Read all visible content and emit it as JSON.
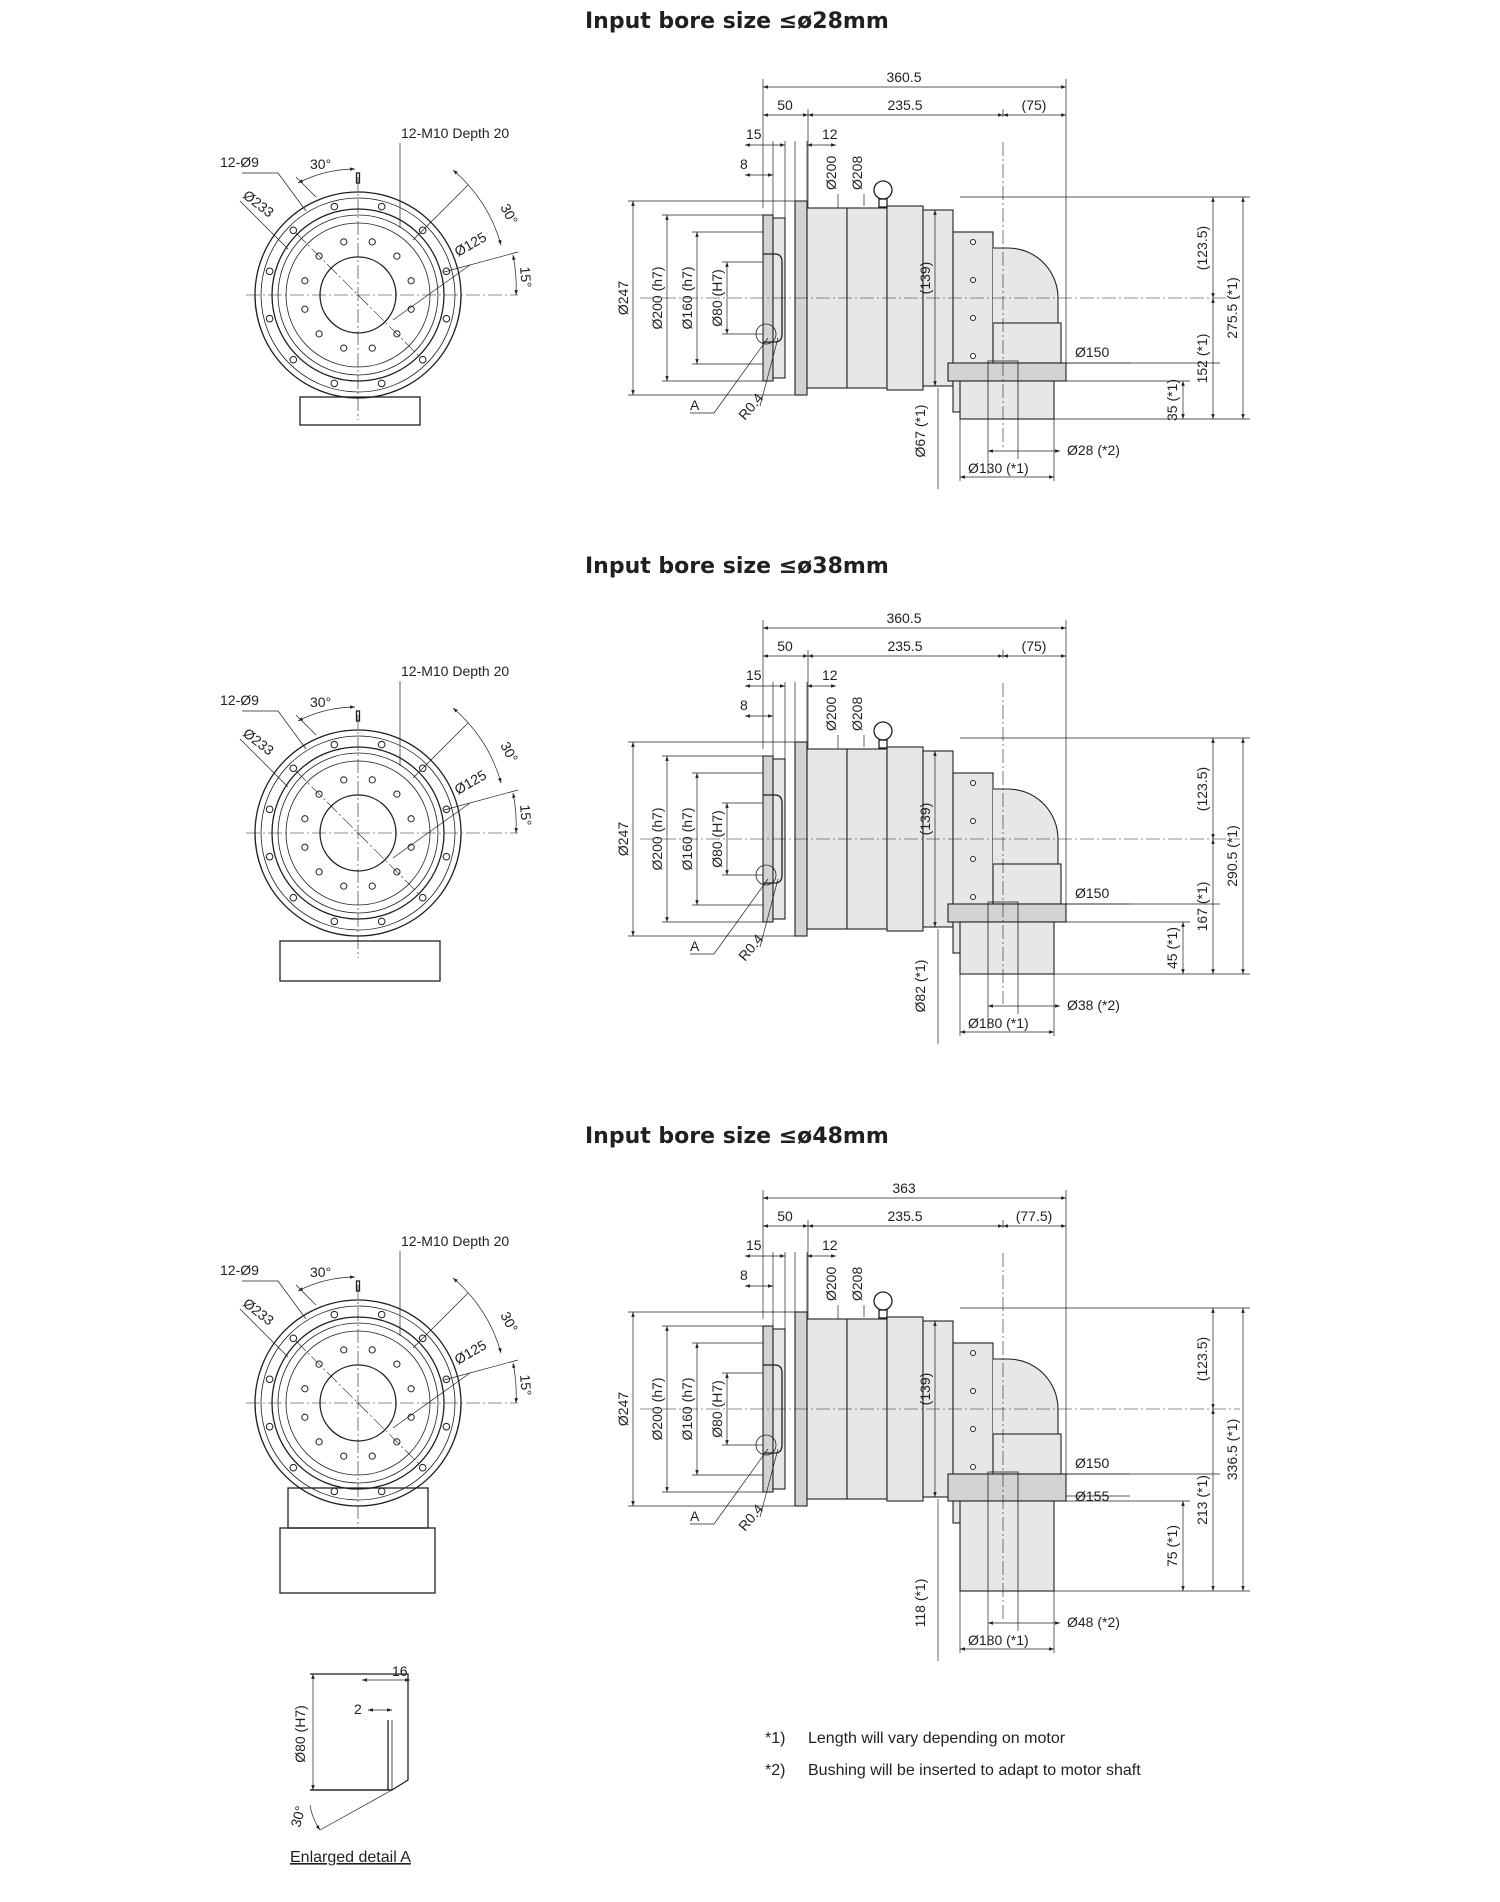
{
  "views": [
    {
      "title": "Input bore size ≤ø28mm",
      "front": {
        "angle_30": "30°",
        "angle_30b": "30°",
        "angle_15": "15°",
        "holes_label": "12-Ø9",
        "taps_label": "12-M10 Depth 20",
        "d233": "Ø233",
        "d125": "Ø125"
      },
      "side": {
        "overall": "360.5",
        "d50": "50",
        "d235": "235.5",
        "d75": "(75)",
        "d15": "15",
        "d12": "12",
        "d8": "8",
        "d200": "Ø200",
        "d208": "Ø208",
        "d247": "Ø247",
        "d200h7": "Ø200 (h7)",
        "d160h7": "Ø160 (h7)",
        "d80H7": "Ø80 (H7)",
        "d139": "(139)",
        "d123": "(123.5)",
        "total_h": "275.5 (*1)",
        "h152": "152 (*1)",
        "h35": "35 (*1)",
        "d150": "Ø150",
        "bore": "Ø28 (*2)",
        "pilot": "Ø130 (*1)",
        "dmotor": "Ø67 (*1)",
        "detail_ref": "A",
        "radius": "R0.4"
      }
    },
    {
      "title": "Input bore size ≤ø38mm",
      "front": {
        "angle_30": "30°",
        "angle_30b": "30°",
        "angle_15": "15°",
        "holes_label": "12-Ø9",
        "taps_label": "12-M10 Depth 20",
        "d233": "Ø233",
        "d125": "Ø125"
      },
      "side": {
        "overall": "360.5",
        "d50": "50",
        "d235": "235.5",
        "d75": "(75)",
        "d15": "15",
        "d12": "12",
        "d8": "8",
        "d200": "Ø200",
        "d208": "Ø208",
        "d247": "Ø247",
        "d200h7": "Ø200 (h7)",
        "d160h7": "Ø160 (h7)",
        "d80H7": "Ø80 (H7)",
        "d139": "(139)",
        "d123": "(123.5)",
        "total_h": "290.5 (*1)",
        "h152": "167 (*1)",
        "h35": "45 (*1)",
        "d150": "Ø150",
        "bore": "Ø38 (*2)",
        "pilot": "Ø180 (*1)",
        "dmotor": "Ø82 (*1)",
        "detail_ref": "A",
        "radius": "R0.4"
      }
    },
    {
      "title": "Input bore size ≤ø48mm",
      "front": {
        "angle_30": "30°",
        "angle_30b": "30°",
        "angle_15": "15°",
        "holes_label": "12-Ø9",
        "taps_label": "12-M10 Depth 20",
        "d233": "Ø233",
        "d125": "Ø125"
      },
      "side": {
        "overall": "363",
        "d50": "50",
        "d235": "235.5",
        "d75": "(77.5)",
        "d15": "15",
        "d12": "12",
        "d8": "8",
        "d200": "Ø200",
        "d208": "Ø208",
        "d247": "Ø247",
        "d200h7": "Ø200 (h7)",
        "d160h7": "Ø160 (h7)",
        "d80H7": "Ø80 (H7)",
        "d139": "(139)",
        "d123": "(123.5)",
        "total_h": "336.5 (*1)",
        "h152": "213 (*1)",
        "h35": "75 (*1)",
        "d150": "Ø150",
        "d155": "Ø155",
        "bore": "Ø48 (*2)",
        "pilot": "Ø180 (*1)",
        "dmotor": "118 (*1)",
        "detail_ref": "A",
        "radius": "R0.4"
      }
    }
  ],
  "detail": {
    "title": "Enlarged detail A",
    "d80": "Ø80 (H7)",
    "w16": "16",
    "w2": "2",
    "chamfer": "30°"
  },
  "notes": [
    {
      "mark": "*1)",
      "text": "Length will vary depending on motor"
    },
    {
      "mark": "*2)",
      "text": "Bushing will be inserted to adapt to motor shaft"
    }
  ]
}
